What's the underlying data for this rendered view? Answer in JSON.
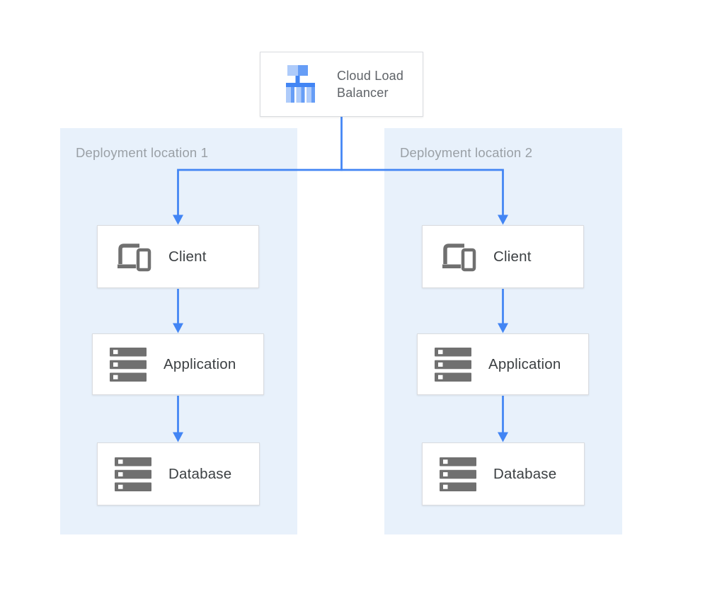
{
  "diagram": {
    "load_balancer": {
      "label": "Cloud Load Balancer",
      "icon": "cloud-load-balancer-icon"
    },
    "regions": [
      {
        "label": "Deployment location 1",
        "nodes": [
          {
            "label": "Client",
            "icon": "client-devices-icon"
          },
          {
            "label": "Application",
            "icon": "application-servers-icon"
          },
          {
            "label": "Database",
            "icon": "database-servers-icon"
          }
        ]
      },
      {
        "label": "Deployment location 2",
        "nodes": [
          {
            "label": "Client",
            "icon": "client-devices-icon"
          },
          {
            "label": "Application",
            "icon": "application-servers-icon"
          },
          {
            "label": "Database",
            "icon": "database-servers-icon"
          }
        ]
      }
    ],
    "colors": {
      "page_bg": "#ffffff",
      "region_bg": "#e8f1fb",
      "arrow_blue": "#4285f4",
      "box_border": "#dadce0",
      "region_label_gray": "#9aa0a6",
      "node_label_color": "#3c4043",
      "lb_label_color": "#5f6368",
      "icon_gray": "#707070",
      "lb_icon_light": "#aecbfa",
      "lb_icon_mid": "#669df6",
      "lb_icon_dark": "#4285f4"
    }
  }
}
